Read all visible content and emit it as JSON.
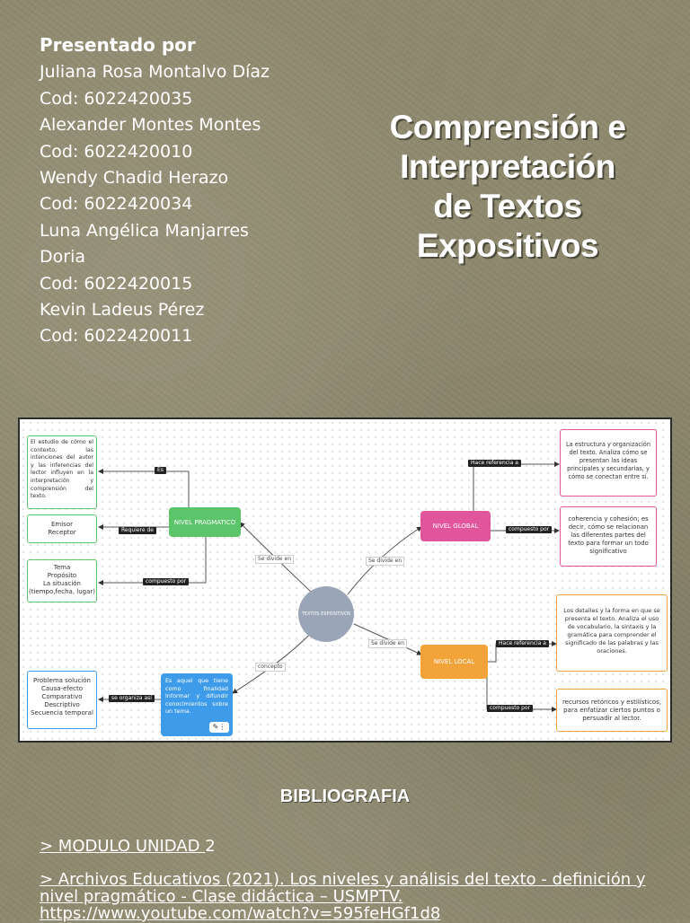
{
  "authors": {
    "heading": "Presentado por",
    "lines": [
      "Juliana Rosa Montalvo Díaz",
      "Cod: 6022420035",
      "Alexander Montes Montes",
      "Cod: 6022420010",
      "Wendy Chadid Herazo",
      "Cod: 6022420034",
      "Luna Angélica Manjarres",
      "Doria",
      "Cod: 6022420015",
      "Kevin Ladeus Pérez",
      "Cod: 6022420011"
    ]
  },
  "title": {
    "line1": "Comprensión e",
    "line2": "Interpretación",
    "line3": "de Textos",
    "line4": "Expositivos"
  },
  "mindmap": {
    "center": "TEXTOS EXPOSITIVOS",
    "nivel_pragmatico": "NIVEL PRAGMATICO",
    "nivel_global": "NIVEL GLOBAL",
    "nivel_local": "NIVEL LOCAL",
    "es_box": "Es aquel que tiene como finalidad informar y difundir conocimientos sobre un tema.",
    "pragmatico_def": "El estudio de cómo el contexto, las intenciones del autor y las inferencias del lector influyen en la interpretación y comprensión del texto.",
    "emisor": "Emisor",
    "receptor": "Receptor",
    "tema_lines": [
      "Tema",
      "Propósito",
      "La situación",
      "(tiempo,fecha, lugar)"
    ],
    "tipos_lines": [
      "Problema solución",
      "Causa-efecto",
      "Comparativo",
      "Descriptivo",
      "Secuencia temporal"
    ],
    "global_def": "La estructura y organización del texto. Analiza cómo se presentan las ideas principales y secundarias, y cómo se conectan entre sí.",
    "global_comp": "coherencia y cohesión; es decir, cómo se relacionan las diferentes partes del texto para formar un todo significativo",
    "local_def": "Los detalles y la forma en que se presenta el texto. Analiza el uso de vocabulario, la sintaxis y la gramática para comprender el significado de las palabras y las oraciones.",
    "local_comp": "recursos retóricos y estilísticos, para enfatizar ciertos puntos o persuadir al lector.",
    "tags": {
      "es": "Es",
      "requiere": "Requiere de",
      "compuesto1": "compuesto por",
      "organiza": "se organiza así",
      "hace_ref1": "Hace referencia a",
      "compuesto2": "compuesto por",
      "hace_ref2": "Hace referencia a",
      "compuesto3": "compuesto por"
    },
    "labels": {
      "se_divide1": "Se divide en",
      "se_divide2": "Se divide en",
      "se_divide3": "Se divide en",
      "concepto": "concepto"
    }
  },
  "bibliography": {
    "heading": "BIBLIOGRAFIA",
    "ref1_link": "> MODULO UNIDAD ",
    "ref1_num": "2",
    "ref2": "> Archivos Educativos (2021). Los niveles y análisis del texto - definición y nivel pragmático - Clase didáctica – USMPTV. https://www.youtube.com/watch?v=595feHGf1d8"
  },
  "colors": {
    "pragmatico": "#5cc46a",
    "global": "#e0559b",
    "local": "#f2a33a",
    "center": "#9aa6b8",
    "es_box": "#3d9be9"
  }
}
